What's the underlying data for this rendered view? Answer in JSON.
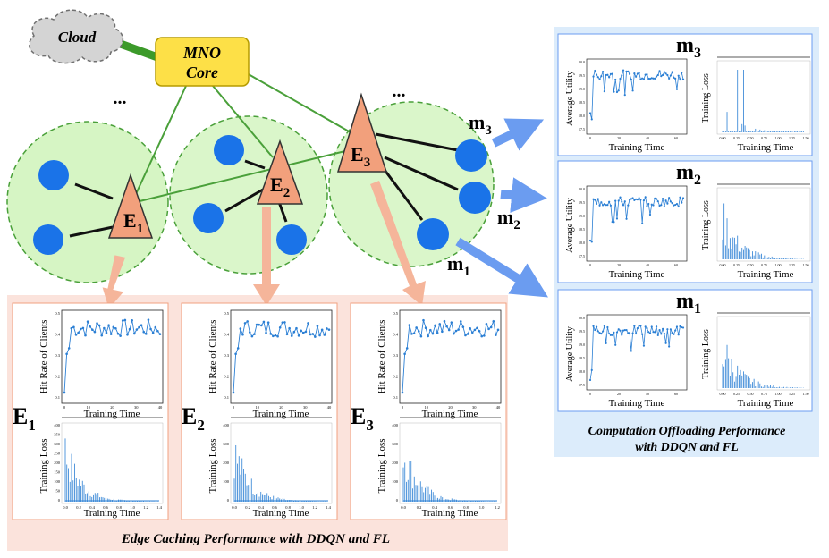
{
  "network": {
    "cloud_label": "Cloud",
    "core_label_line1": "MNO",
    "core_label_line2": "Core",
    "ellipsis_left": "...",
    "ellipsis_right": "...",
    "edge_nodes": [
      {
        "letter": "E",
        "sub": "1"
      },
      {
        "letter": "E",
        "sub": "2"
      },
      {
        "letter": "E",
        "sub": "3"
      }
    ],
    "mobile_labels": [
      {
        "letter": "m",
        "sub": "3"
      },
      {
        "letter": "m",
        "sub": "2"
      },
      {
        "letter": "m",
        "sub": "1"
      }
    ]
  },
  "edge_caching": {
    "caption": "Edge Caching Performance with DDQN and FL",
    "panels": [
      {
        "label": "E",
        "sub": "1",
        "top_ylabel": "Hit Rate of Clients",
        "top_xlabel": "Training Time",
        "bottom_ylabel": "Training Loss",
        "bottom_xlabel": "Training Time",
        "top_yticks": [
          "0.5",
          "0.4",
          "0.3",
          "0.2",
          "0.1"
        ],
        "top_xticks": [
          "0",
          "10",
          "20",
          "30",
          "40"
        ],
        "bottom_yticks": [
          "400",
          "350",
          "300",
          "250",
          "200",
          "150",
          "100",
          "50",
          "0"
        ],
        "bottom_xticks": [
          "0.0",
          "0.2",
          "0.4",
          "0.6",
          "0.8",
          "1.0",
          "1.2",
          "1.4"
        ]
      },
      {
        "label": "E",
        "sub": "2",
        "top_ylabel": "Hit Rate of Clients",
        "top_xlabel": "Training Time",
        "bottom_ylabel": "Training Loss",
        "bottom_xlabel": "Training Time",
        "top_yticks": [
          "0.5",
          "0.4",
          "0.3",
          "0.2",
          "0.1"
        ],
        "top_xticks": [
          "0",
          "10",
          "20",
          "30",
          "40"
        ],
        "bottom_yticks": [
          "400",
          "300",
          "200",
          "100",
          "0"
        ],
        "bottom_xticks": [
          "0.0",
          "0.2",
          "0.4",
          "0.6",
          "0.8",
          "1.0",
          "1.2",
          "1.4"
        ]
      },
      {
        "label": "E",
        "sub": "3",
        "top_ylabel": "Hit Rate of Clients",
        "top_xlabel": "Training Time",
        "bottom_ylabel": "Training Loss",
        "bottom_xlabel": "Training Time",
        "top_yticks": [
          "0.5",
          "0.4",
          "0.3",
          "0.2",
          "0.1"
        ],
        "top_xticks": [
          "0",
          "10",
          "20",
          "30",
          "40"
        ],
        "bottom_yticks": [
          "400",
          "300",
          "200",
          "100",
          "0"
        ],
        "bottom_xticks": [
          "0.0",
          "0.2",
          "0.4",
          "0.6",
          "0.8",
          "1.0",
          "1.2"
        ]
      }
    ]
  },
  "computation_offloading": {
    "caption_line1": "Computation Offloading Performance",
    "caption_line2": "with DDQN and FL",
    "panels": [
      {
        "label": "m",
        "sub": "3",
        "left_ylabel": "Average Utility",
        "left_xlabel": "Training Time",
        "right_ylabel": "Training Loss",
        "right_xlabel": "Training Time",
        "left_yticks": [
          "20.0",
          "19.5",
          "19.0",
          "18.5",
          "18.0",
          "17.5"
        ],
        "left_xticks": [
          "0",
          "20",
          "40",
          "60"
        ],
        "right_xticks": [
          "0.00",
          "0.25",
          "0.50",
          "0.75",
          "1.00",
          "1.25",
          "1.50"
        ]
      },
      {
        "label": "m",
        "sub": "2",
        "left_ylabel": "Average Utility",
        "left_xlabel": "Training Time",
        "right_ylabel": "Training Loss",
        "right_xlabel": "Training Time",
        "left_yticks": [
          "20.0",
          "19.5",
          "19.0",
          "18.5",
          "18.0",
          "17.5"
        ],
        "left_xticks": [
          "0",
          "20",
          "40",
          "60"
        ],
        "right_xticks": [
          "0.00",
          "0.25",
          "0.50",
          "0.75",
          "1.00",
          "1.25",
          "1.50"
        ]
      },
      {
        "label": "m",
        "sub": "1",
        "left_ylabel": "Average Utility",
        "left_xlabel": "Training Time",
        "right_ylabel": "Training Loss",
        "right_xlabel": "Training Time",
        "left_yticks": [
          "20.0",
          "19.5",
          "19.0",
          "18.5",
          "18.0",
          "17.5"
        ],
        "left_xticks": [
          "0",
          "20",
          "40",
          "60"
        ],
        "right_xticks": [
          "0.00",
          "0.25",
          "0.50",
          "0.75",
          "1.00",
          "1.25",
          "1.50"
        ]
      }
    ]
  },
  "colors": {
    "cell_fill": "#d6f5c4",
    "cell_border": "#4aa03a",
    "edge_node": "#f2a07c",
    "user_node": "#1a73e8",
    "core_fill": "#fde047",
    "link": "#4aa03a",
    "caching_panel": "#fbe3dc",
    "offloading_panel": "#dcecfb",
    "blue_arrow": "#6b9cf0",
    "orange_arrow": "#f5b59a",
    "series": "#2b7fd4"
  }
}
